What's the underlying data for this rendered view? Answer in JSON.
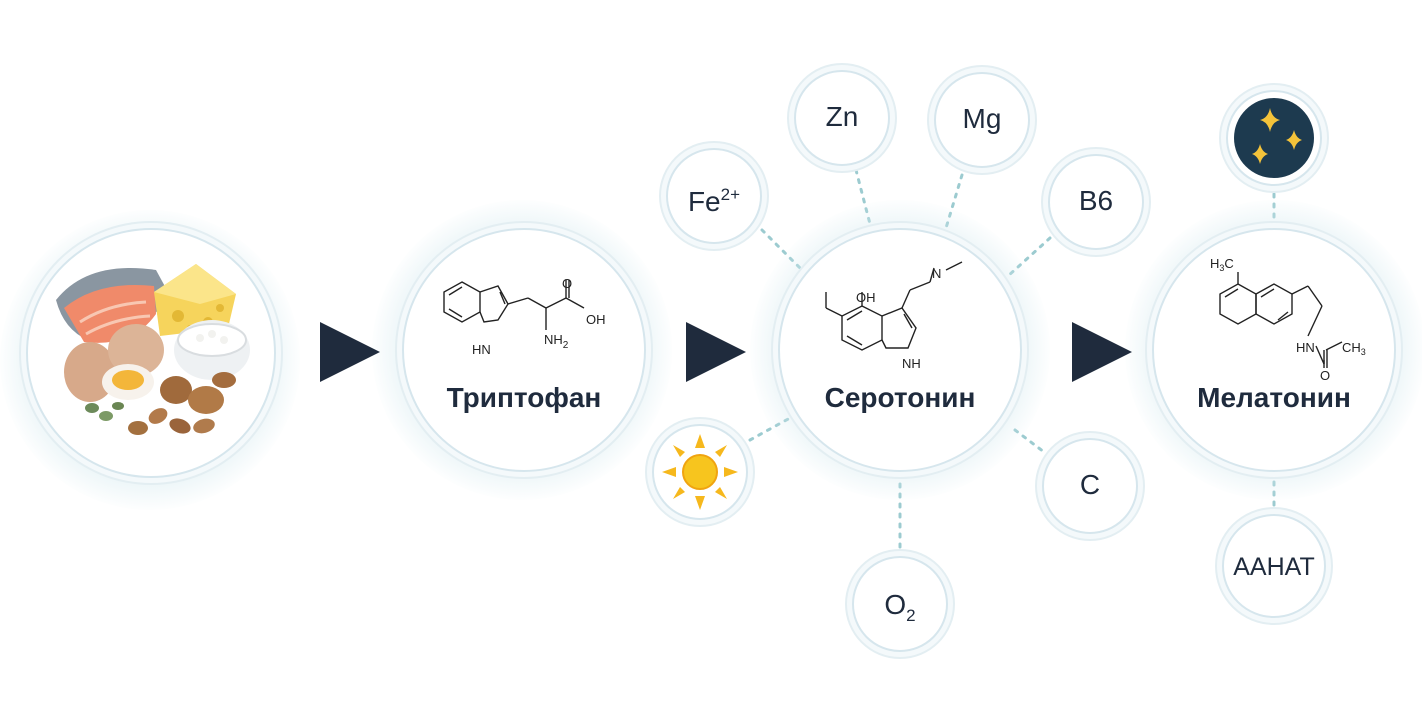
{
  "colors": {
    "dark": "#1f2b3d",
    "connector": "#9ccbd0",
    "ring": "#d6e6ed",
    "night": "#1d3a4f",
    "star": "#f4c33a",
    "sun": "#f6b81c"
  },
  "icons": {
    "food": "food-photo-icon",
    "sun": "sun-icon",
    "night": "night-stars-icon",
    "arrow": "play-arrow-icon"
  },
  "nodes": {
    "tryptophan": {
      "label": "Триптофан",
      "chem": {
        "nh": "HN",
        "nh2": "NH",
        "nh2_sub": "2",
        "oh": "OH",
        "o": "O"
      }
    },
    "serotonin": {
      "label": "Серотонин",
      "chem": {
        "oh": "OH",
        "nh": "NH",
        "n": "N"
      }
    },
    "melatonin": {
      "label": "Мелатонин",
      "chem": {
        "h3c_h": "H",
        "h3c_3": "3",
        "h3c_c": "C",
        "hn": "HN",
        "ch3_ch": "CH",
        "ch3_3": "3",
        "o": "O"
      }
    }
  },
  "cofactors": {
    "fe": {
      "base": "Fe",
      "sup": "2+"
    },
    "zn": {
      "label": "Zn"
    },
    "mg": {
      "label": "Mg"
    },
    "b6": {
      "label": "B6"
    },
    "c": {
      "label": "C"
    },
    "o2": {
      "base": "O",
      "sub": "2"
    },
    "aanat": {
      "label": "AAHAT"
    }
  }
}
